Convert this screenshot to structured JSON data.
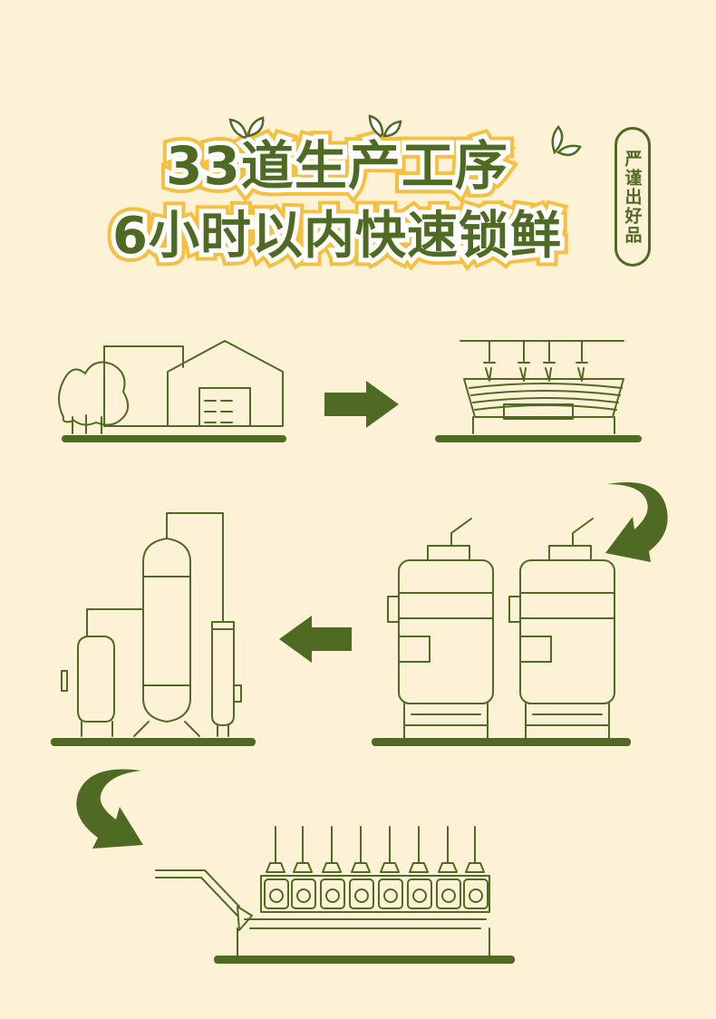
{
  "title": {
    "line1": "33道生产工序",
    "line2": "6小时以内快速锁鲜"
  },
  "badge": {
    "text": "严谨出好品"
  },
  "colors": {
    "background": "#fdf1d6",
    "primary_green": "#4f6a23",
    "title_outline": "#f5c042"
  },
  "steps": [
    {
      "icon": "factory-icon"
    },
    {
      "icon": "washing-machine-icon"
    },
    {
      "icon": "sterilization-tanks-icon"
    },
    {
      "icon": "processing-towers-icon"
    },
    {
      "icon": "packaging-line-icon"
    }
  ]
}
